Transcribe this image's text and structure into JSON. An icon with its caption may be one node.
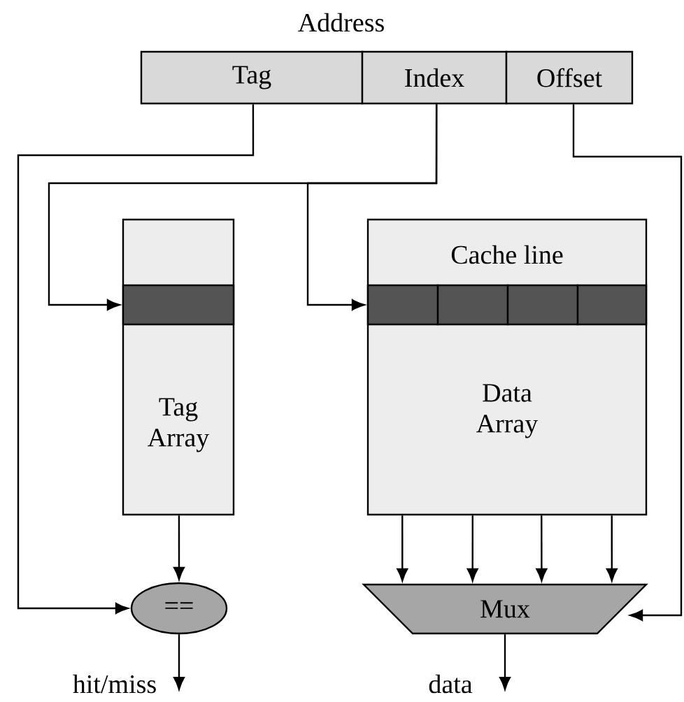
{
  "diagram": {
    "nodes": [
      {
        "text": [
          "Tag"
        ]
      },
      {
        "text": [
          "Index"
        ]
      },
      {
        "text": [
          "Offset"
        ]
      },
      {
        "text": [
          "Tag Array"
        ]
      },
      {
        "text": [],
        "shape": "box",
        "in": 3
      },
      {
        "text": [
          "Cache line",
          "Data Array"
        ]
      },
      {
        "text": [],
        "shape": "box",
        "in": 5
      },
      {
        "text": [],
        "shape": "box",
        "in": 5
      },
      {
        "text": [],
        "shape": "box",
        "in": 5
      },
      {
        "text": [],
        "shape": "box",
        "in": 5
      },
      {
        "text": [
          "=="
        ]
      },
      {
        "text": [
          "Mux"
        ]
      }
    ],
    "edges": [
      {
        "from": 0,
        "to": 10,
        "arrow": "to"
      },
      {
        "from": 1,
        "to": 4,
        "arrow": "to"
      },
      {
        "from": 1,
        "to": 6,
        "arrow": "to"
      },
      {
        "from": 2,
        "to": 11,
        "arrow": "to"
      },
      {
        "from": 3,
        "to": 10,
        "arrow": "to"
      },
      {
        "from": 5,
        "to": 11,
        "arrow": "to"
      },
      {
        "from": 5,
        "to": 11,
        "arrow": "to"
      },
      {
        "from": 5,
        "to": 11,
        "arrow": "to"
      },
      {
        "from": 5,
        "to": 11,
        "arrow": "to"
      },
      {
        "from": 10,
        "to": null,
        "arrow": "to",
        "label": "hit/miss"
      },
      {
        "from": 11,
        "to": null,
        "arrow": "to",
        "label": "data"
      }
    ],
    "labels": [
      "Address"
    ]
  }
}
